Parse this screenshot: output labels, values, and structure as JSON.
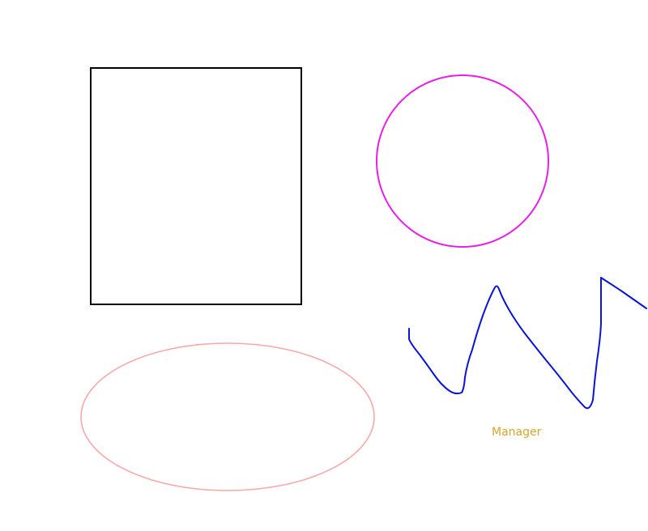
{
  "canvas": {
    "background": "#ffffff",
    "shapes": [
      {
        "kind": "rectangle",
        "name": "rectangle-shape",
        "stroke": "#000000"
      },
      {
        "kind": "circle",
        "name": "circle-shape",
        "stroke": "#e81ee8"
      },
      {
        "kind": "ellipse",
        "name": "ellipse-shape",
        "stroke": "#f7a8a8"
      },
      {
        "kind": "freehand-path",
        "name": "freehand-stroke",
        "stroke": "#0a14d6"
      }
    ],
    "text_label": {
      "text": "Manager",
      "color": "#d4a72c"
    }
  }
}
